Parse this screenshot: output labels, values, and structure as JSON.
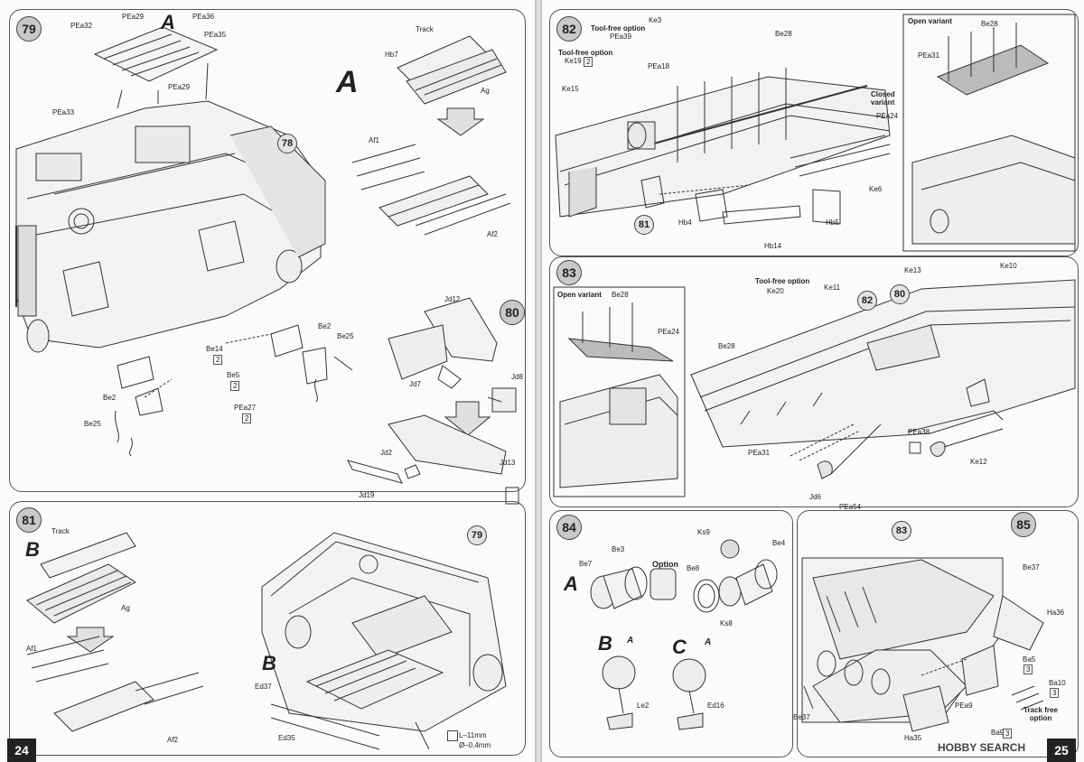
{
  "left_page": {
    "page_number": "24",
    "steps": {
      "s79": "79",
      "s78": "78",
      "s80": "80",
      "s81": "81",
      "s79ref": "79"
    },
    "variants": {
      "a_top": "A",
      "a_big": "A",
      "b_81": "B",
      "b_bottom": "B"
    },
    "labels": {
      "pea32": "PEa32",
      "pea29a": "PEa29",
      "pea36": "PEa36",
      "pea35": "PEa35",
      "pea29b": "PEa29",
      "pea33": "PEa33",
      "track_top": "Track",
      "hb7": "Hb7",
      "ag_top": "Ag",
      "af1_top": "Af1",
      "af2_top": "Af2",
      "be2a": "Be2",
      "be25a": "Be25",
      "be14": "Be14",
      "be5": "Be5",
      "be2b": "Be2",
      "be25b": "Be25",
      "pea27": "PEa27",
      "jd12": "Jd12",
      "jd7": "Jd7",
      "jd8": "Jd8",
      "jd2": "Jd2",
      "jd13": "Jd13",
      "jd19": "Jd19",
      "track_81": "Track",
      "ag_81": "Ag",
      "af1_81": "Af1",
      "af2_81": "Af2",
      "ed37": "Ed37",
      "ed35": "Ed35",
      "wire_len": "L–11mm",
      "wire_dia": "Ø–0,4mm"
    },
    "qty": {
      "be14": "2",
      "be5": "2",
      "pea27": "2"
    }
  },
  "right_page": {
    "page_number": "25",
    "steps": {
      "s82": "82",
      "s81ref": "81",
      "s83": "83",
      "s82ref": "82",
      "s80ref": "80",
      "s84": "84",
      "s85": "85",
      "s83ref": "83"
    },
    "titles": {
      "tool_free_1": "Tool-free option",
      "tool_free_2": "Tool-free option",
      "open_1": "Open variant",
      "closed": "Closed variant",
      "open_2": "Open variant",
      "tool_free_3": "Tool-free option",
      "option": "Option",
      "track_free": "Track free option"
    },
    "variants": {
      "a84": "A",
      "b84": "B",
      "b84a": "A",
      "c84": "C",
      "c84a": "A"
    },
    "labels": {
      "ke3": "Ke3",
      "pea39": "PEa39",
      "pea18": "PEa18",
      "ke19": "Ke19",
      "ke15": "Ke15",
      "be28_82": "Be28",
      "be28_open1": "Be28",
      "pea31_1": "PEa31",
      "pea24_1": "PEa24",
      "ke6": "Ke6",
      "hb4": "Hb4",
      "hb5": "Hb5",
      "hb14": "Hb14",
      "ke13": "Ke13",
      "ke10": "Ke10",
      "ke20": "Ke20",
      "ke11": "Ke11",
      "be28_open2": "Be28",
      "pea24_2": "PEa24",
      "be28_83": "Be28",
      "pea38": "PEa38",
      "pea31_2": "PEa31",
      "ke12": "Ke12",
      "jd6": "Jd6",
      "pea54": "PEa54",
      "be7": "Be7",
      "be3": "Be3",
      "ks9": "Ks9",
      "be4": "Be4",
      "be8": "Be8",
      "ks8": "Ks8",
      "le2": "Le2",
      "ed16": "Ed16",
      "be37a": "Be37",
      "ha36": "Ha36",
      "ba5": "Ba5",
      "ba10": "Ba10",
      "pea9": "PEa9",
      "be37b": "Be37",
      "ha35": "Ha35",
      "ba9": "Ba9"
    },
    "qty": {
      "ke19": "2",
      "ba5": "3",
      "ba10": "3",
      "ba9": "3"
    }
  },
  "watermark": "HOBBY SEARCH",
  "colors": {
    "paper": "#fbfbfb",
    "line": "#333333",
    "step_fill": "#c9c9c9"
  }
}
